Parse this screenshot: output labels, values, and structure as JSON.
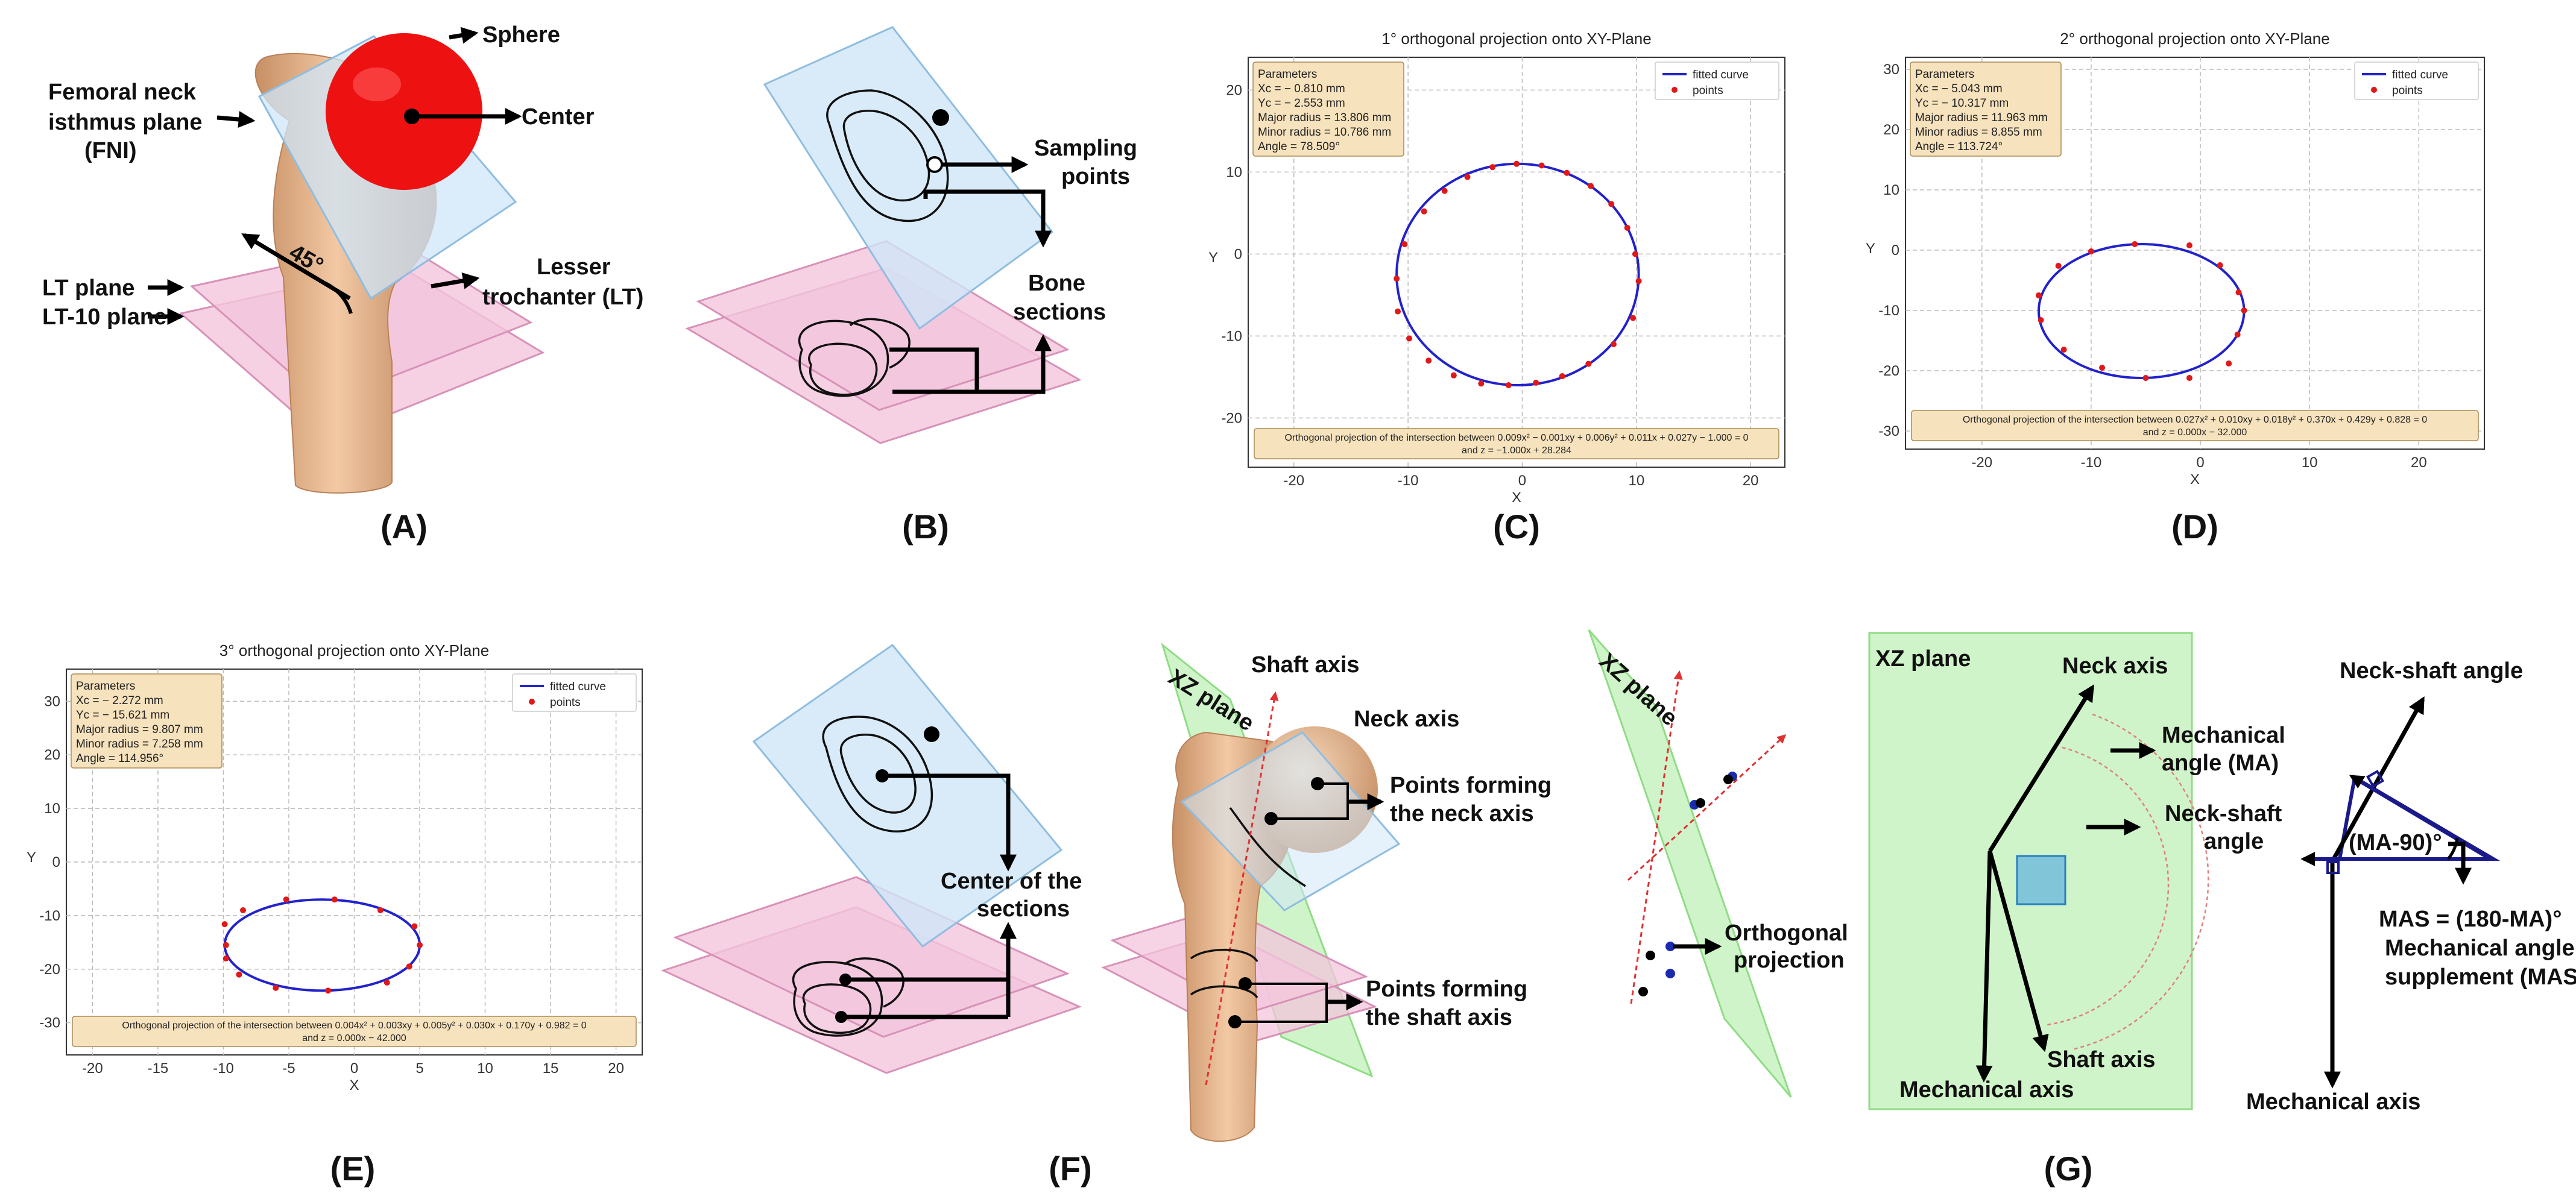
{
  "panels": {
    "A": {
      "label": "(A)",
      "sphere": "Sphere",
      "center": "Center",
      "fni_1": "Femoral neck",
      "fni_2": "isthmus plane",
      "fni_3": "(FNI)",
      "angle": "45°",
      "lt_plane": "LT plane",
      "lt10_plane": "LT-10 plane",
      "lesser_1": "Lesser",
      "lesser_2": "trochanter (LT)"
    },
    "B": {
      "label": "(B)",
      "sampling_1": "Sampling",
      "sampling_2": "points",
      "bone_1": "Bone",
      "bone_2": "sections"
    },
    "E": {
      "label": "(E)"
    },
    "F": {
      "label": "(F)",
      "center_1": "Center of the",
      "center_2": "sections",
      "xz": "XZ plane",
      "shaft_axis": "Shaft axis",
      "neck_axis": "Neck axis",
      "pn_1": "Points forming",
      "pn_2": "the neck axis",
      "ps_1": "Points forming",
      "ps_2": "the shaft axis",
      "xz2": "XZ plane",
      "ortho_1": "Orthogonal",
      "ortho_2": "projection"
    },
    "G": {
      "label": "(G)",
      "xz": "XZ plane",
      "neck_axis": "Neck axis",
      "ma_1": "Mechanical",
      "ma_2": "angle (MA)",
      "ns_1": "Neck-shaft",
      "ns_2": "angle",
      "shaft_axis": "Shaft axis",
      "mech_axis": "Mechanical axis",
      "ns_angle": "Neck-shaft angle",
      "ma90": "(MA-90)°",
      "mas_1": "MAS = (180-MA)°",
      "mas_2": "Mechanical angle",
      "mas_3": "supplement (MAS)",
      "mech_axis2": "Mechanical axis"
    }
  },
  "colors": {
    "sphere": "#ee1111",
    "bone": "#e7b892",
    "fni_plane": "#cfe6f8",
    "lt_plane": "#f3c6dc",
    "xz_plane": "#c8f2c0",
    "fit_curve": "#2222cc",
    "points": "#e01818",
    "param_box": "#f6e2bd",
    "triangle": "#1a1a8c"
  },
  "chart_data": [
    {
      "type": "scatter",
      "panel_label": "(C)",
      "title": "1° orthogonal projection onto XY-Plane",
      "xlabel": "X",
      "ylabel": "Y",
      "xlim": [
        -24,
        23
      ],
      "ylim": [
        -26,
        24
      ],
      "xticks": [
        -20,
        -10,
        0,
        10,
        20
      ],
      "yticks": [
        -20,
        -10,
        0,
        10,
        20
      ],
      "grid": true,
      "legend": [
        "fitted curve",
        "points"
      ],
      "legend_position": "top-right",
      "params": [
        "Parameters",
        "Xc = − 0.810 mm",
        "Yc = − 2.553 mm",
        "Major radius = 13.806 mm",
        "Minor radius = 10.786 mm",
        "Angle = 78.509°"
      ],
      "equation": [
        "Orthogonal projection of the intersection between 0.009x² − 0.001xy + 0.006y² + 0.011x + 0.027y − 1.000 = 0",
        "and z = −1.000x + 28.284"
      ],
      "ellipse": {
        "xc": -0.81,
        "yc": -2.553,
        "major": 13.806,
        "minor": 10.786,
        "angle": 78.509
      },
      "points": [
        {
          "x": -11.0,
          "y": -3.0
        },
        {
          "x": -10.3,
          "y": 1.2
        },
        {
          "x": -8.6,
          "y": 5.2
        },
        {
          "x": -6.8,
          "y": 7.7
        },
        {
          "x": -4.8,
          "y": 9.4
        },
        {
          "x": -2.6,
          "y": 10.6
        },
        {
          "x": -0.5,
          "y": 11.0
        },
        {
          "x": 1.7,
          "y": 10.8
        },
        {
          "x": 3.9,
          "y": 9.9
        },
        {
          "x": 6.0,
          "y": 8.3
        },
        {
          "x": 7.8,
          "y": 6.1
        },
        {
          "x": 9.2,
          "y": 3.2
        },
        {
          "x": 9.9,
          "y": 0.0
        },
        {
          "x": 10.2,
          "y": -3.3
        },
        {
          "x": 9.7,
          "y": -7.8
        },
        {
          "x": 8.0,
          "y": -11.0
        },
        {
          "x": 5.8,
          "y": -13.4
        },
        {
          "x": 3.5,
          "y": -14.9
        },
        {
          "x": 1.2,
          "y": -15.7
        },
        {
          "x": -1.2,
          "y": -16.0
        },
        {
          "x": -3.6,
          "y": -15.8
        },
        {
          "x": -6.0,
          "y": -14.8
        },
        {
          "x": -8.2,
          "y": -13.0
        },
        {
          "x": -9.9,
          "y": -10.3
        },
        {
          "x": -10.9,
          "y": -7.0
        }
      ]
    },
    {
      "type": "scatter",
      "panel_label": "(D)",
      "title": "2° orthogonal projection onto XY-Plane",
      "xlabel": "X",
      "ylabel": "Y",
      "xlim": [
        -27,
        26
      ],
      "ylim": [
        -33,
        32
      ],
      "xticks": [
        -20,
        -10,
        0,
        10,
        20
      ],
      "yticks": [
        -30,
        -20,
        -10,
        0,
        10,
        20,
        30
      ],
      "grid": true,
      "legend": [
        "fitted curve",
        "points"
      ],
      "legend_position": "top-right",
      "params": [
        "Parameters",
        "Xc = − 5.043 mm",
        "Yc = − 10.317 mm",
        "Major radius = 11.963 mm",
        "Minor radius = 8.855 mm",
        "Angle = 113.724°"
      ],
      "equation": [
        "Orthogonal projection of the intersection between 0.027x² + 0.010xy + 0.018y² + 0.370x + 0.429y + 0.828 = 0",
        "and z = 0.000x − 32.000"
      ],
      "ellipse": {
        "xc": -5.043,
        "yc": -10.317,
        "major": 11.963,
        "minor": 8.855,
        "angle": 113.724
      },
      "points": [
        {
          "x": -14.8,
          "y": -7.5
        },
        {
          "x": -13.0,
          "y": -2.6
        },
        {
          "x": -10.0,
          "y": -0.2
        },
        {
          "x": -6.0,
          "y": 1.0
        },
        {
          "x": -1.0,
          "y": 0.8
        },
        {
          "x": 1.8,
          "y": -2.5
        },
        {
          "x": 3.5,
          "y": -7.0
        },
        {
          "x": 4.0,
          "y": -10.0
        },
        {
          "x": 3.4,
          "y": -14.0
        },
        {
          "x": 2.6,
          "y": -18.8
        },
        {
          "x": -1.0,
          "y": -21.2
        },
        {
          "x": -5.0,
          "y": -21.2
        },
        {
          "x": -9.0,
          "y": -19.5
        },
        {
          "x": -12.5,
          "y": -16.5
        },
        {
          "x": -14.6,
          "y": -11.6
        }
      ]
    },
    {
      "type": "scatter",
      "panel_label": "(E)",
      "title": "3° orthogonal projection onto XY-Plane",
      "xlabel": "X",
      "ylabel": "Y",
      "xlim": [
        -22,
        22
      ],
      "ylim": [
        -36,
        36
      ],
      "xticks": [
        -20,
        -15,
        -10,
        -5,
        0,
        5,
        10,
        15,
        20
      ],
      "yticks": [
        -30,
        -20,
        -10,
        0,
        10,
        20,
        30
      ],
      "grid": true,
      "legend": [
        "fitted curve",
        "points"
      ],
      "legend_position": "top-right",
      "params": [
        "Parameters",
        "Xc = − 2.272 mm",
        "Yc = − 15.621 mm",
        "Major radius = 9.807 mm",
        "Minor radius = 7.258 mm",
        "Angle = 114.956°"
      ],
      "equation": [
        "Orthogonal projection of the intersection between 0.004x² + 0.003xy + 0.005y² + 0.030x + 0.170y + 0.982 = 0",
        "and z = 0.000x − 42.000"
      ],
      "ellipse": {
        "xc": -2.272,
        "yc": -15.621,
        "major": 9.807,
        "minor": 7.258,
        "angle": 114.956
      },
      "points": [
        {
          "x": -9.8,
          "y": -15.5
        },
        {
          "x": -9.9,
          "y": -11.6
        },
        {
          "x": -8.5,
          "y": -9.0
        },
        {
          "x": -5.2,
          "y": -7.0
        },
        {
          "x": -1.5,
          "y": -7.0
        },
        {
          "x": 2.0,
          "y": -9.0
        },
        {
          "x": 4.6,
          "y": -12.0
        },
        {
          "x": 5.0,
          "y": -15.5
        },
        {
          "x": 4.2,
          "y": -19.5
        },
        {
          "x": 2.5,
          "y": -22.5
        },
        {
          "x": -2.0,
          "y": -24.0
        },
        {
          "x": -6.0,
          "y": -23.5
        },
        {
          "x": -8.8,
          "y": -21.0
        },
        {
          "x": -9.8,
          "y": -18.0
        }
      ]
    }
  ]
}
